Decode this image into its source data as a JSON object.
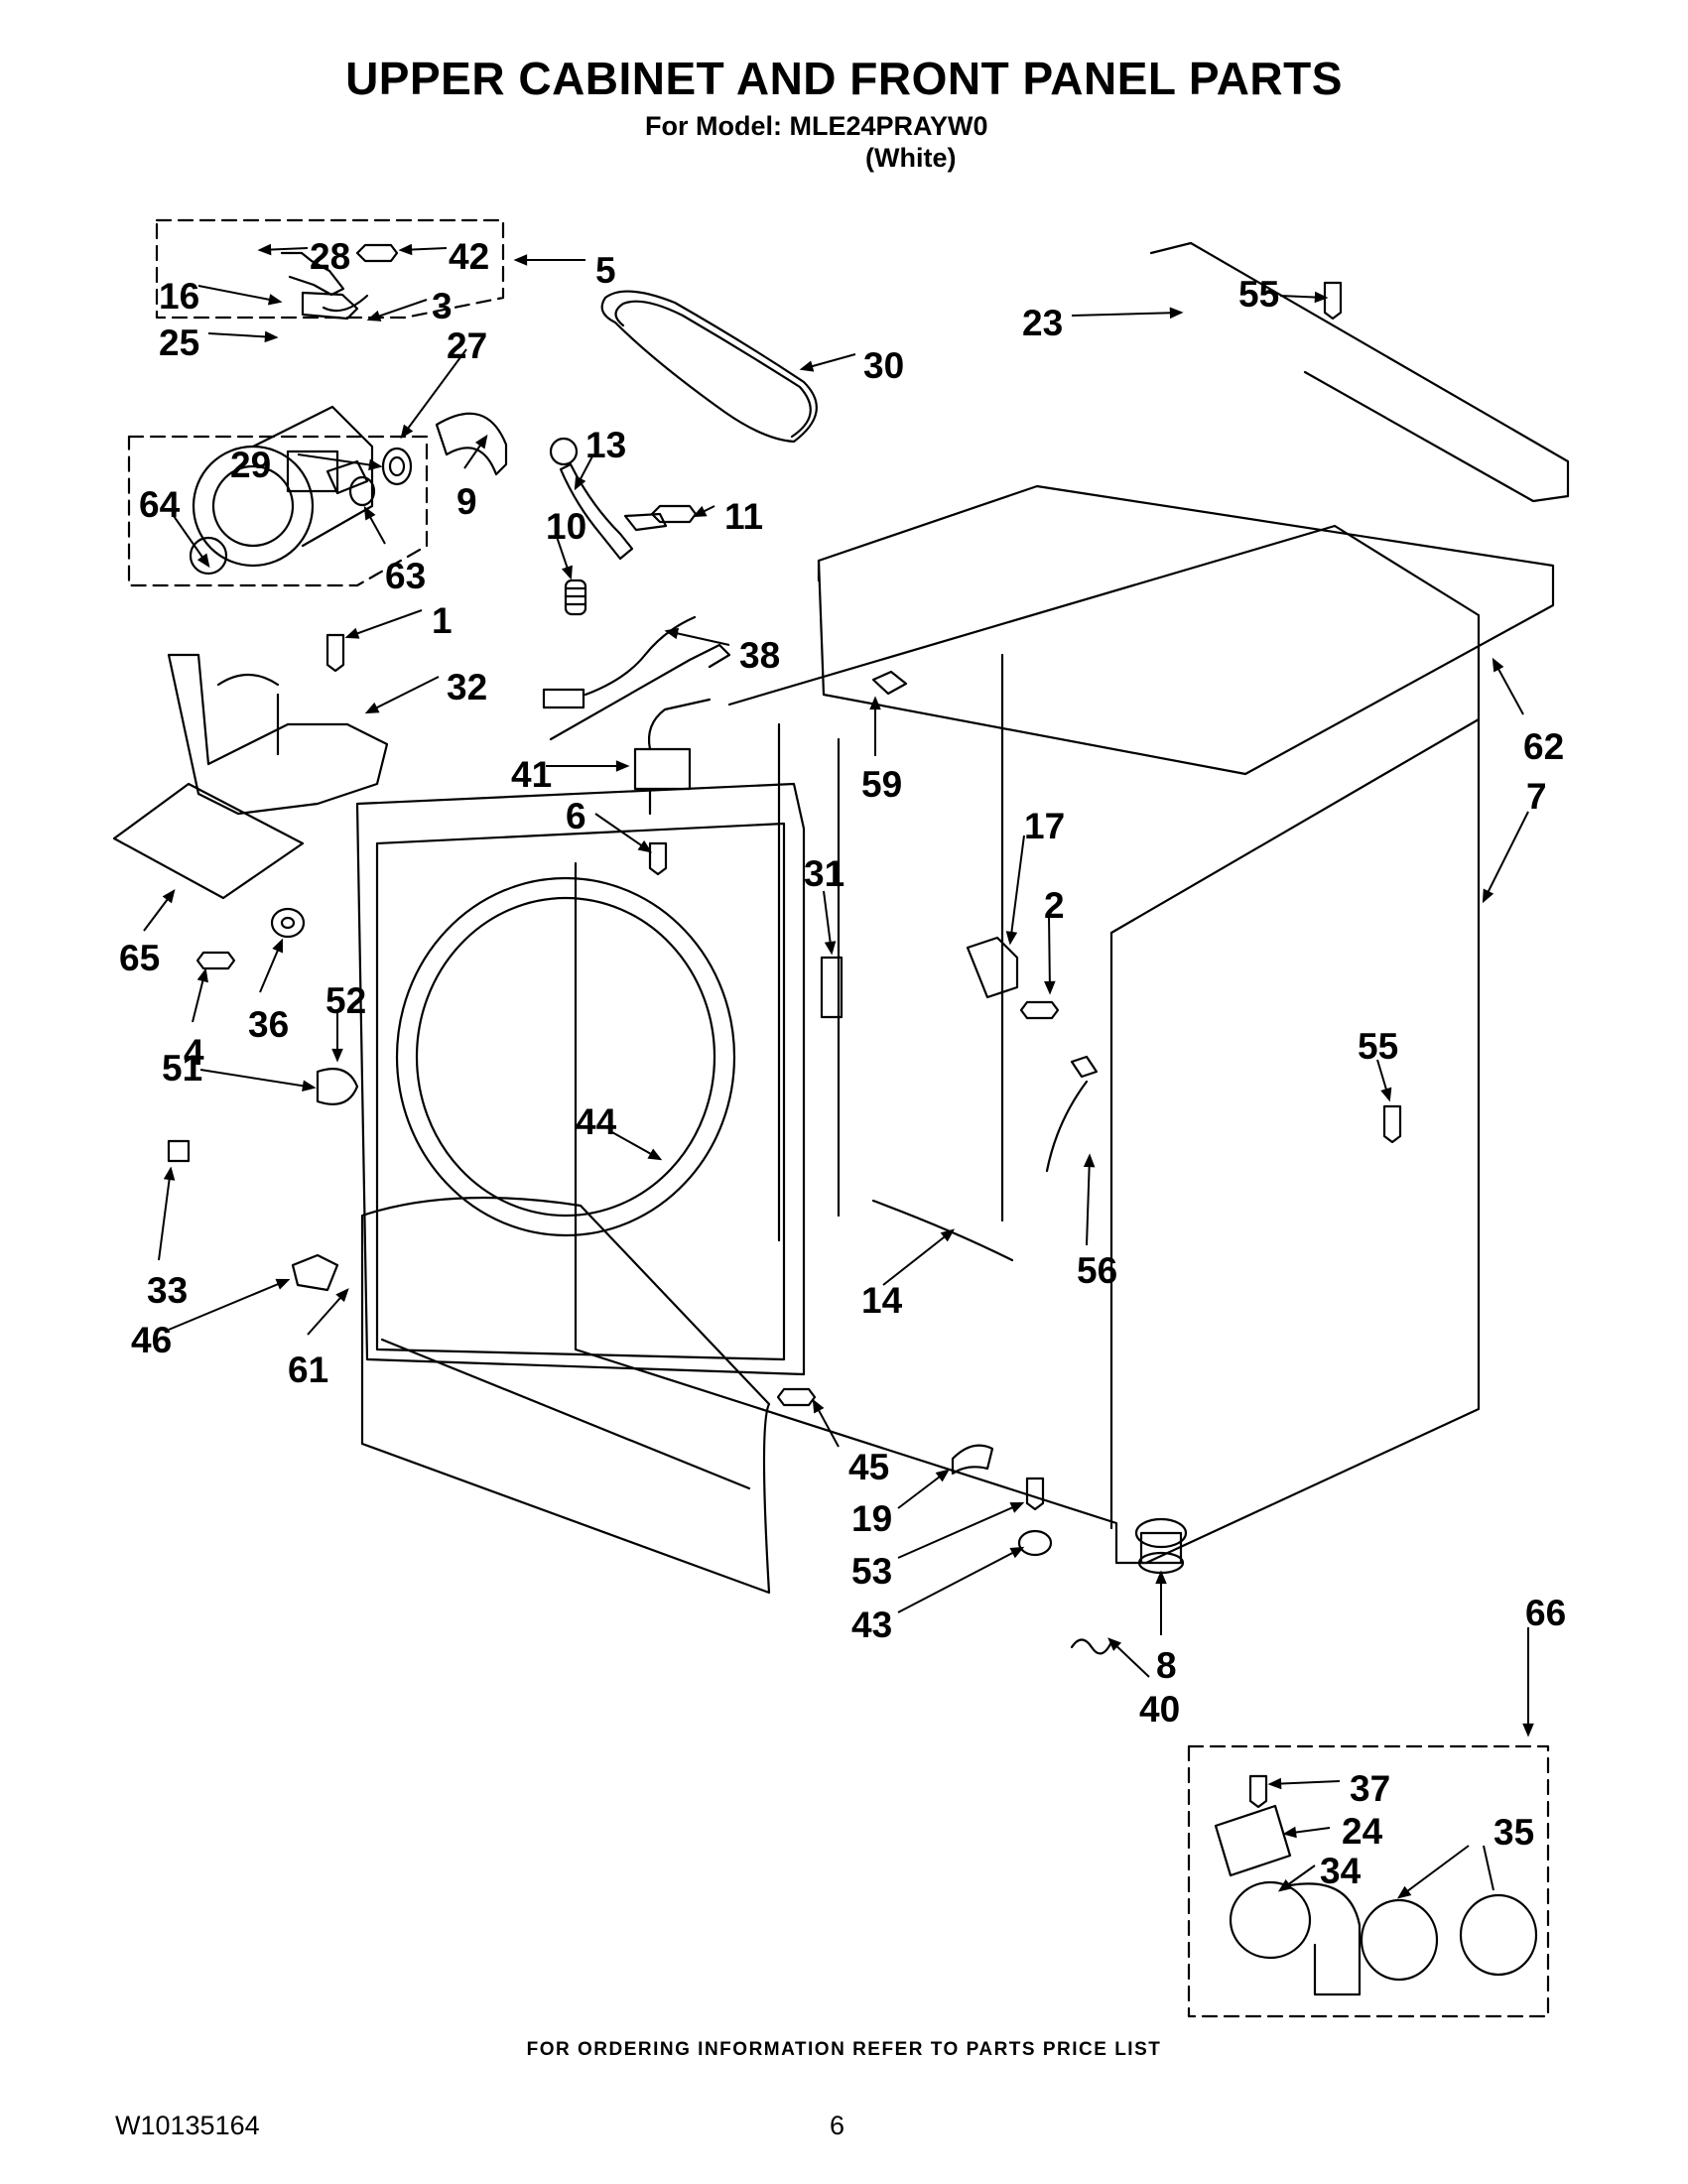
{
  "header": {
    "title": "UPPER CABINET AND FRONT PANEL PARTS",
    "model": "For Model: MLE24PRAYW0",
    "color": "(White)"
  },
  "footer": {
    "ordering_note": "FOR ORDERING INFORMATION REFER TO PARTS PRICE LIST",
    "document_number": "W10135164",
    "page_number": "6"
  },
  "part_labels": [
    "28",
    "42",
    "5",
    "16",
    "3",
    "25",
    "30",
    "27",
    "29",
    "13",
    "9",
    "64",
    "10",
    "11",
    "63",
    "1",
    "38",
    "32",
    "41",
    "6",
    "65",
    "4",
    "36",
    "52",
    "51",
    "33",
    "46",
    "61",
    "44",
    "31",
    "59",
    "17",
    "2",
    "14",
    "56",
    "45",
    "19",
    "53",
    "43",
    "40",
    "8",
    "55",
    "23",
    "62",
    "7",
    "66",
    "37",
    "24",
    "35",
    "34"
  ]
}
